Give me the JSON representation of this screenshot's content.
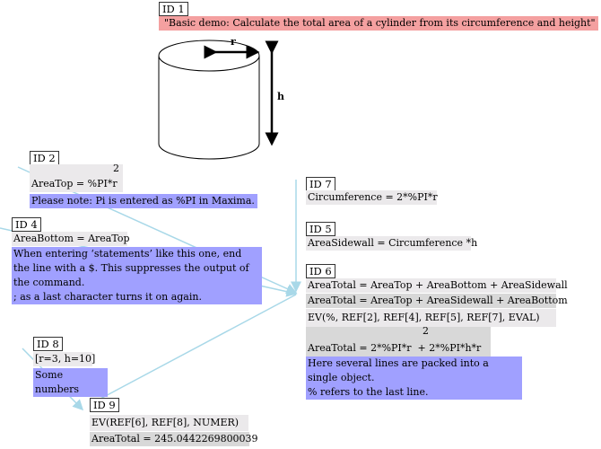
{
  "title": {
    "id": "ID 1",
    "text": "\"Basic demo: Calculate the total area of a cylinder from its circumference and height\""
  },
  "figure": {
    "r_label": "r",
    "h_label": "h"
  },
  "cell2": {
    "id": "ID 2",
    "exponent": "2",
    "expr": "AreaTop = %PI*r",
    "note": "Please note: Pi is entered as %PI in Maxima."
  },
  "cell4": {
    "id": "ID 4",
    "expr": "AreaBottom = AreaTop",
    "note": [
      "When entering ‘statements’ like this one, end the line with a $. This suppresses the output of the command.",
      "; as a last character turns it on again."
    ]
  },
  "cell7": {
    "id": "ID 7",
    "expr": "Circumference = 2*%PI*r"
  },
  "cell5": {
    "id": "ID 5",
    "expr": "AreaSidewall = Circumference *h"
  },
  "cell6": {
    "id": "ID 6",
    "lines": [
      "AreaTotal = AreaTop + AreaBottom + AreaSidewall",
      "AreaTotal = AreaTop + AreaSidewall + AreaBottom",
      "EV(%, REF[2], REF[4], REF[5], REF[7], EVAL)"
    ],
    "exponent": "2",
    "result": "AreaTotal = 2*%PI*r  + 2*%PI*h*r",
    "note": [
      "Here several lines are packed into a single object.",
      "% refers to the last line."
    ]
  },
  "cell8": {
    "id": "ID 8",
    "expr": "[r=3, h=10]",
    "note": "Some numbers"
  },
  "cell9": {
    "id": "ID 9",
    "expr": "EV(REF[6], REF[8], NUMER)",
    "result": "AreaTotal = 245.0442269800039"
  }
}
